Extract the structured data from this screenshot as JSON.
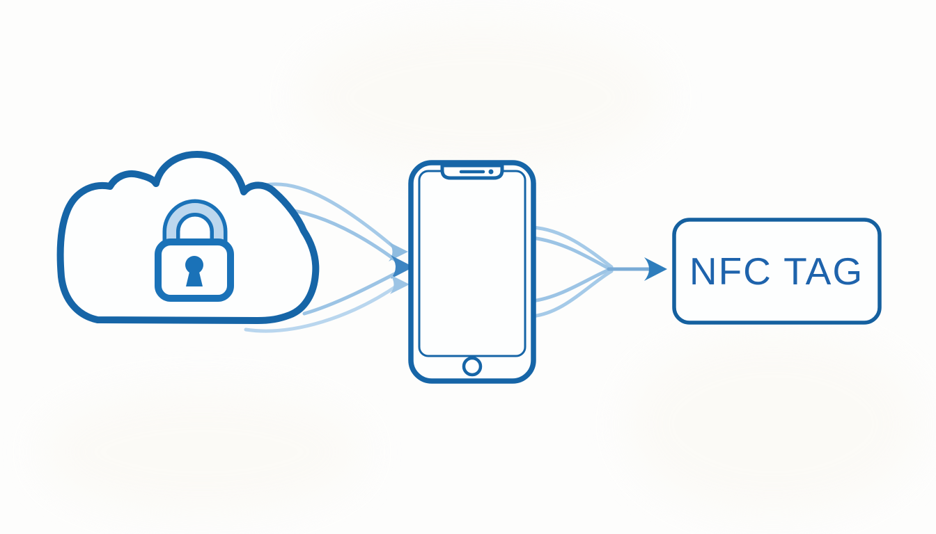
{
  "page": {
    "background": "#fdfdfc",
    "description": "Line illustration: secure cloud sends data to smartphone, smartphone writes to NFC tag"
  },
  "diagram": {
    "nodes": {
      "cloud_lock": {
        "name": "secure-cloud",
        "icon": "cloud-lock-icon"
      },
      "smartphone": {
        "name": "smartphone",
        "icon": "smartphone-icon"
      },
      "nfc_tag": {
        "label": "NFC TAG"
      }
    },
    "flows": [
      {
        "from": "secure-cloud",
        "to": "smartphone",
        "streams": 4,
        "arrowheads": 3
      },
      {
        "from": "smartphone",
        "to": "nfc-tag",
        "streams": 4,
        "arrowheads": 1
      }
    ],
    "colors": {
      "outline_dark": "#1665a7",
      "lock_blue": "#1a72b8",
      "shackle_fill": "#bcd7ee",
      "flow_light": "#a5cae8",
      "flow_lighter": "#b9d6ee",
      "arrow_mid": "#3d85c2",
      "arrow_merge": "#2e7dbc",
      "tag_text": "#1e63ac",
      "fill_white": "#fdfefe"
    }
  }
}
